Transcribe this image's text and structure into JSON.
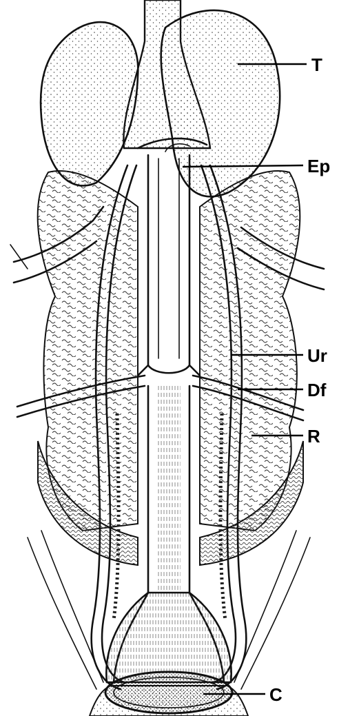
{
  "labels": {
    "T": "T",
    "Ep": "Ep",
    "Ur": "Ur",
    "Df": "Df",
    "R": "R",
    "C": "C"
  },
  "colors": {
    "ink": "#111111",
    "background": "#ffffff",
    "stipple": "#3a3a3a"
  }
}
